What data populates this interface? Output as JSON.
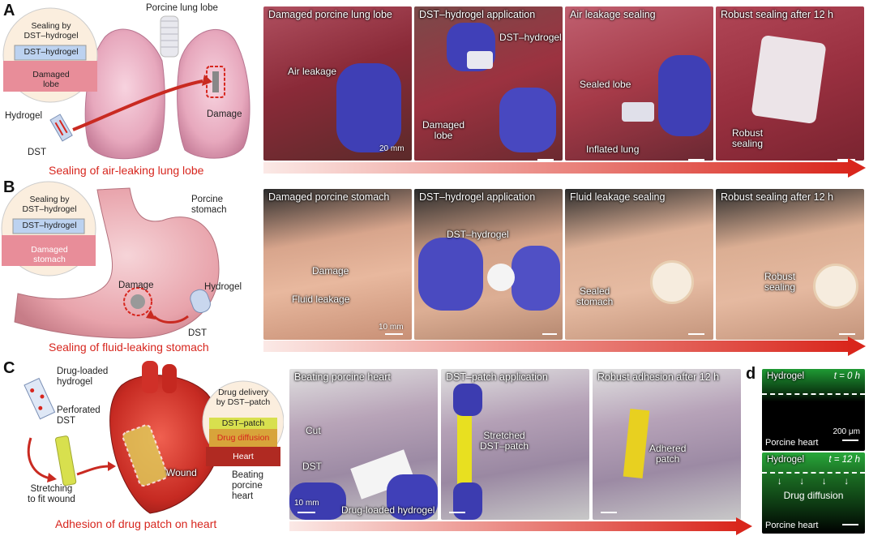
{
  "panels": {
    "A": {
      "letter": "A",
      "schematic": {
        "porcine_label": "Porcine lung lobe",
        "sealing_by": "Sealing by\nDST–hydrogel",
        "dst_hydrogel": "DST–hydrogel",
        "damaged": "Damaged\nlobe",
        "hydrogel": "Hydrogel",
        "dst": "DST",
        "damage": "Damage",
        "caption": "Sealing of air-leaking lung lobe"
      },
      "photos": [
        {
          "title": "Damaged porcine lung lobe",
          "labels": [
            "Air leakage"
          ],
          "scale": "20 mm"
        },
        {
          "title": "DST–hydrogel application",
          "labels": [
            "DST–hydrogel",
            "Damaged\nlobe"
          ],
          "scale": ""
        },
        {
          "title": "Air leakage sealing",
          "labels": [
            "Sealed lobe",
            "Inflated lung"
          ],
          "scale": ""
        },
        {
          "title": "Robust sealing after 12 h",
          "labels": [
            "Robust\nsealing"
          ],
          "scale": ""
        }
      ]
    },
    "B": {
      "letter": "B",
      "schematic": {
        "porcine_label": "Porcine\nstomach",
        "sealing_by": "Sealing by\nDST–hydrogel",
        "dst_hydrogel": "DST–hydrogel",
        "damaged": "Damaged\nstomach",
        "damage": "Damage",
        "hydrogel": "Hydrogel",
        "dst": "DST",
        "caption": "Sealing of fluid-leaking stomach"
      },
      "photos": [
        {
          "title": "Damaged porcine stomach",
          "labels": [
            "Damage",
            "Fluid leakage"
          ],
          "scale": "10 mm"
        },
        {
          "title": "DST–hydrogel application",
          "labels": [
            "DST–hydrogel"
          ],
          "scale": ""
        },
        {
          "title": "Fluid leakage sealing",
          "labels": [
            "Sealed\nstomach"
          ],
          "scale": ""
        },
        {
          "title": "Robust sealing after 12 h",
          "labels": [
            "Robust\nsealing"
          ],
          "scale": ""
        }
      ]
    },
    "C": {
      "letter": "C",
      "schematic": {
        "drug_loaded": "Drug-loaded\nhydrogel",
        "perforated": "Perforated\nDST",
        "stretching": "Stretching\nto fit wound",
        "wound": "Wound",
        "beating": "Beating\nporcine\nheart",
        "drug_delivery": "Drug delivery\nby DST–patch",
        "dst_patch": "DST–patch",
        "drug_diffusion": "Drug diffusion",
        "heart": "Heart",
        "caption": "Adhesion of drug patch on heart"
      },
      "photos": [
        {
          "title": "Beating porcine heart",
          "labels": [
            "Cut",
            "DST",
            "Drug-loaded hydrogel"
          ],
          "scale": "10 mm"
        },
        {
          "title": "DST–patch application",
          "labels": [
            "Stretched\nDST–patch"
          ],
          "scale": ""
        },
        {
          "title": "Robust adhesion after 12 h",
          "labels": [
            "Adhered\npatch"
          ],
          "scale": ""
        }
      ]
    },
    "d": {
      "letter": "d",
      "top": {
        "hydrogel": "Hydrogel",
        "time": "t = 0 h",
        "scale": "200 μm",
        "bottom": "Porcine heart"
      },
      "bottom": {
        "hydrogel": "Hydrogel",
        "time": "t = 12 h",
        "diffusion": "Drug diffusion",
        "bottom": "Porcine heart"
      }
    }
  }
}
